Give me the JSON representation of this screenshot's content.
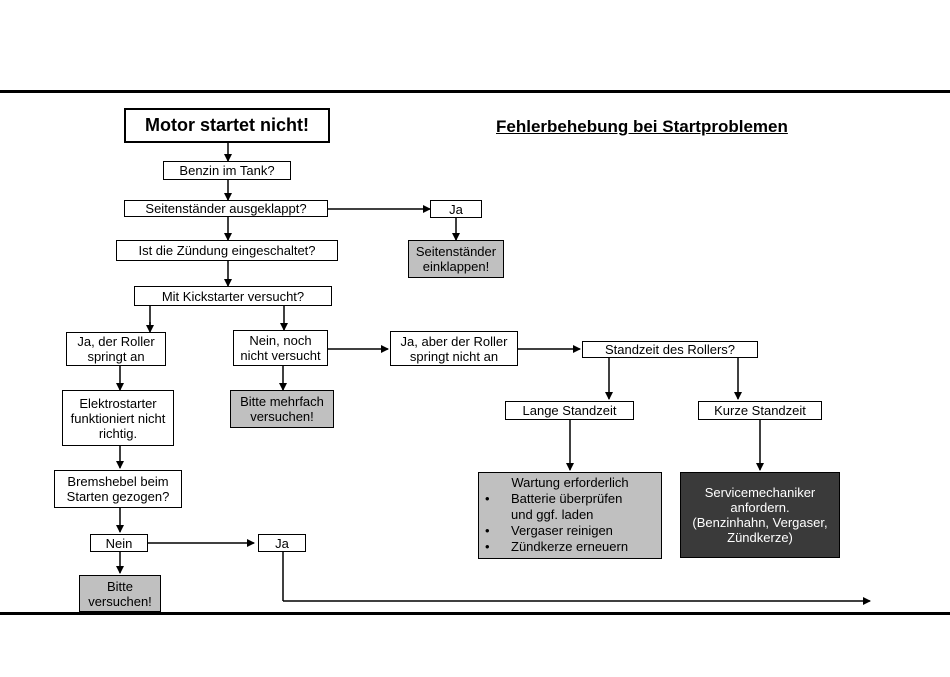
{
  "diagram": {
    "title": "Motor startet nicht!",
    "heading": "Fehlerbehebung bei Startproblemen",
    "nodes": {
      "benzin": "Benzin im Tank?",
      "seitenstaender": "Seitenständer ausgeklappt?",
      "seitenstaender_ja": "Ja",
      "seitenstaender_einklappen": "Seitenständer\neinklappen!",
      "zuendung": "Ist die Zündung eingeschaltet?",
      "kickstarter": "Mit Kickstarter versucht?",
      "ja_springt_an": "Ja, der Roller\nspringt an",
      "nein_nicht_versucht": "Nein, noch\nnicht versucht",
      "ja_aber_nicht": "Ja, aber der Roller\nspringt nicht an",
      "standzeit": "Standzeit des Rollers?",
      "elektrostarter": "Elektrostarter\nfunktioniert nicht\nrichtig.",
      "bitte_mehrfach": "Bitte mehrfach\nversuchen!",
      "lange_standzeit": "Lange Standzeit",
      "kurze_standzeit": "Kurze Standzeit",
      "bremshebel": "Bremshebel beim\nStarten gezogen?",
      "nein": "Nein",
      "ja": "Ja",
      "bitte_versuchen": "Bitte\nversuchen!",
      "servicemechaniker": "Servicemechaniker\nanfordern.\n(Benzinhahn, Vergaser,\nZündkerze)"
    },
    "wartung": {
      "header": "Wartung erforderlich",
      "items": [
        "Batterie überprüfen\nund ggf. laden",
        "Vergaser reinigen",
        "Zündkerze erneuern"
      ]
    },
    "colors": {
      "gray_fill": "#c0c0c0",
      "dark_fill": "#3a3a3a",
      "line": "#000000"
    }
  }
}
